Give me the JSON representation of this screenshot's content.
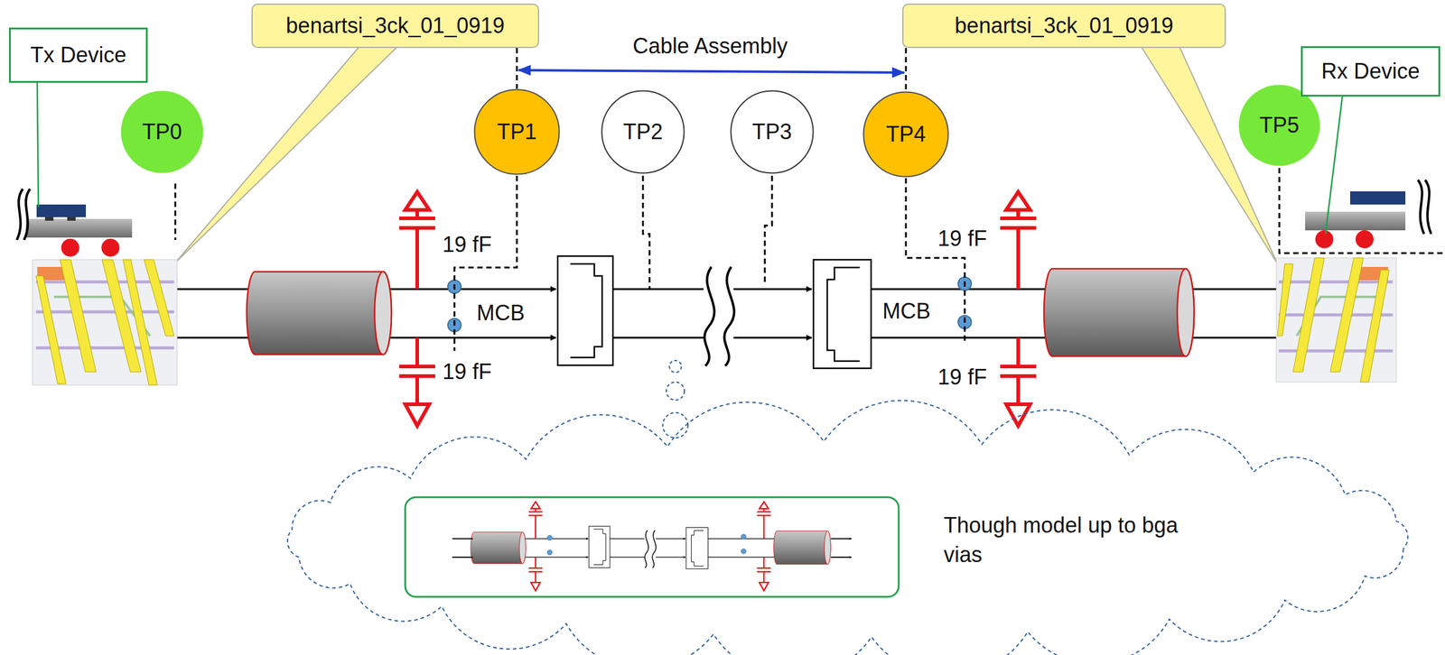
{
  "diagram": {
    "nodes": [
      {
        "text": [
          "Tx Device"
        ]
      },
      {
        "text": [
          "TP0"
        ]
      },
      {
        "text": [
          "benartsi_3ck_01_0919"
        ]
      },
      {
        "text": [
          "TP1"
        ]
      },
      {
        "text": [
          "TP2"
        ]
      },
      {
        "text": [
          "TP3"
        ]
      },
      {
        "text": [
          "TP4"
        ]
      },
      {
        "text": [
          "benartsi_3ck_01_0919"
        ]
      },
      {
        "text": [
          "TP5"
        ]
      },
      {
        "text": [
          "Rx Device"
        ]
      },
      {
        "text": [
          "Though model up to bga vias"
        ]
      }
    ],
    "edges": [
      {
        "from": 2,
        "to": 3,
        "arrow": "none"
      },
      {
        "from": 7,
        "to": 6,
        "arrow": "none"
      }
    ],
    "labels": [
      "Cable Assembly",
      "19 fF",
      "19 fF",
      "MCB",
      "19 fF",
      "19 fF",
      "MCB"
    ]
  }
}
